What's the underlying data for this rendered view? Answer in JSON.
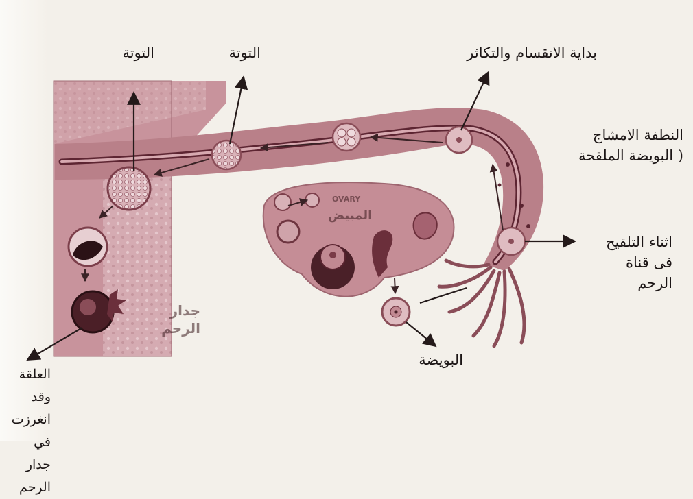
{
  "labels": {
    "totah_left": "التوتة",
    "totah_mid": "التوتة",
    "division_start": "بداية الانقسام والتكاثر",
    "zygote_line1": "النطفة الامشاج",
    "zygote_line2": "( البويضة الملقحة",
    "fert_line1": "اثناء التلقيح",
    "fert_line2": "فى قناة",
    "fert_line3": "الرحم",
    "ovum": "البويضة",
    "alaqa_line1": "العلقة وقد",
    "alaqa_line2": "انغرزت في",
    "alaqa_line3": "جدار الرحم"
  },
  "overlay": {
    "uterus_wall_line1": "جدار",
    "uterus_wall_line2": "الرحم",
    "ovary_en": "OVARY",
    "ovary_ar": "المبيض"
  },
  "colors": {
    "tissue": "#c99aa3",
    "tissue_dark": "#8a4d58",
    "canal": "#b27883",
    "cell": "#e9cbcf",
    "arrow": "#2a1e1e"
  }
}
